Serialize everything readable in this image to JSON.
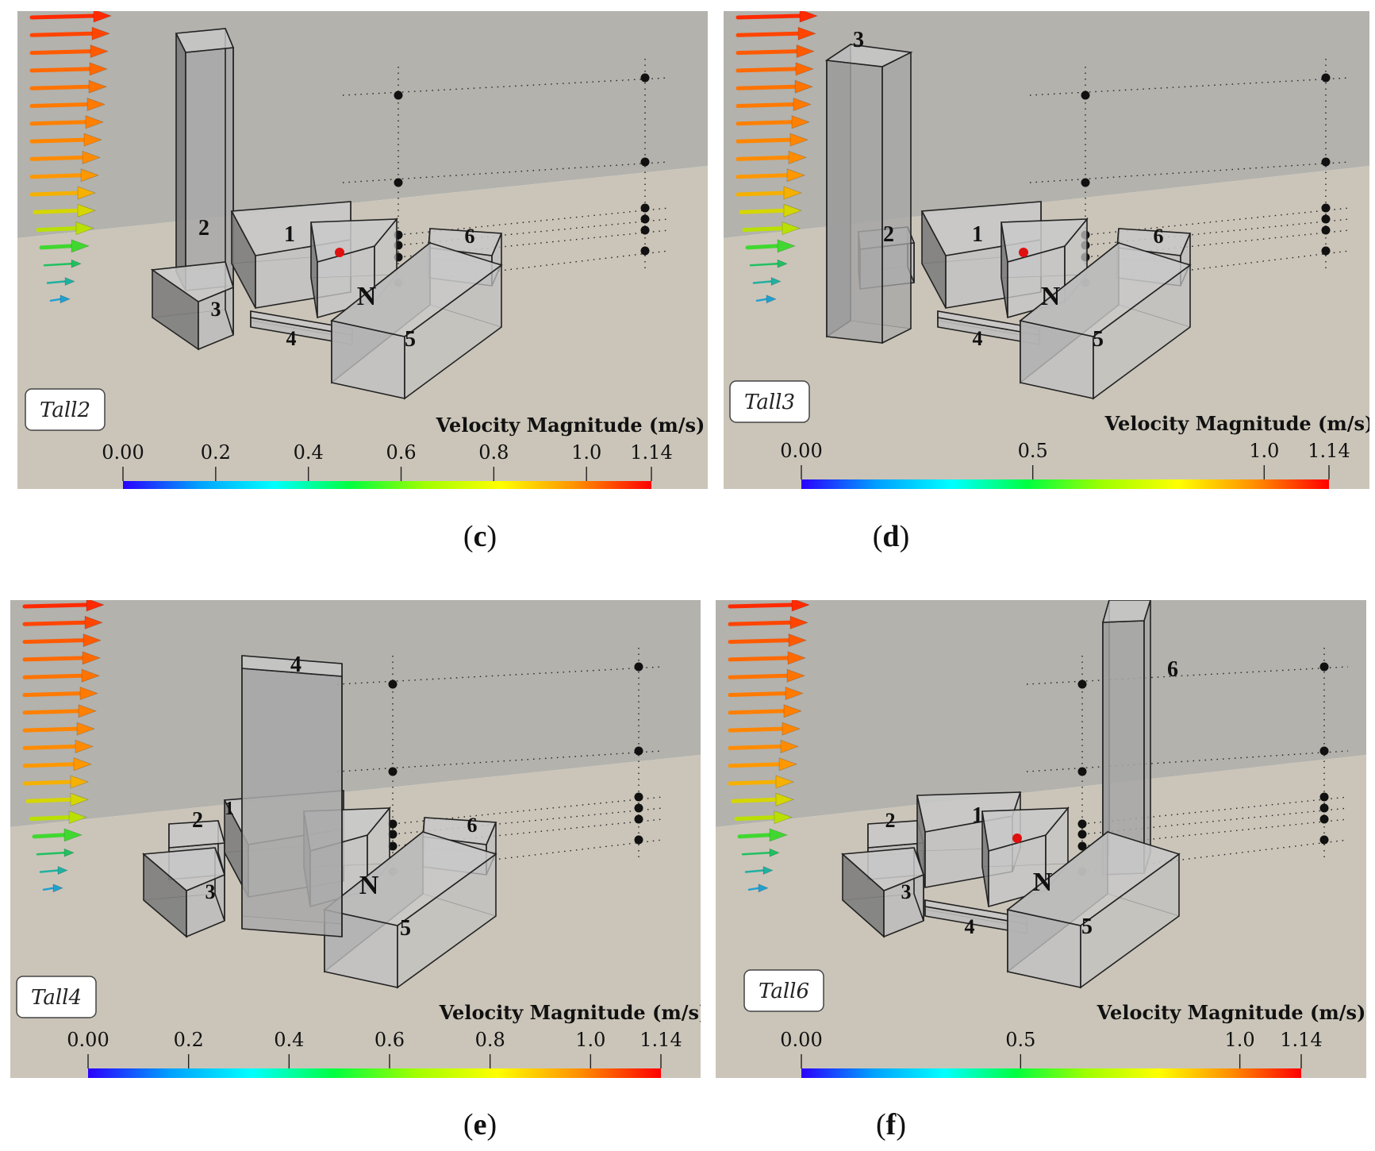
{
  "panels": [
    {
      "id": "c",
      "caption_letter": "c",
      "case_label": "Tall2",
      "tall": "2",
      "legend_title": "Velocity Magnitude (m/s)",
      "ticks": [
        "0.00",
        "0.2",
        "0.4",
        "0.6",
        "0.8",
        "1.0",
        "1.14"
      ],
      "tick_values": [
        0,
        0.2,
        0.4,
        0.6,
        0.8,
        1.0,
        1.14
      ],
      "buildings": [
        "1",
        "2",
        "3",
        "4",
        "5",
        "6",
        "N"
      ]
    },
    {
      "id": "d",
      "caption_letter": "d",
      "case_label": "Tall3",
      "tall": "3",
      "legend_title": "Velocity Magnitude (m/s)",
      "ticks": [
        "0.00",
        "0.5",
        "1.0",
        "1.14"
      ],
      "tick_values": [
        0,
        0.5,
        1.0,
        1.14
      ],
      "buildings": [
        "1",
        "2",
        "3",
        "4",
        "5",
        "6",
        "N"
      ]
    },
    {
      "id": "e",
      "caption_letter": "e",
      "case_label": "Tall4",
      "tall": "4",
      "legend_title": "Velocity Magnitude (m/s)",
      "ticks": [
        "0.00",
        "0.2",
        "0.4",
        "0.6",
        "0.8",
        "1.0",
        "1.14"
      ],
      "tick_values": [
        0,
        0.2,
        0.4,
        0.6,
        0.8,
        1.0,
        1.14
      ],
      "buildings": [
        "1",
        "2",
        "3",
        "4",
        "5",
        "6",
        "N"
      ]
    },
    {
      "id": "f",
      "caption_letter": "f",
      "case_label": "Tall6",
      "tall": "6",
      "legend_title": "Velocity Magnitude (m/s)",
      "ticks": [
        "0.00",
        "0.5",
        "1.0",
        "1.14"
      ],
      "tick_values": [
        0,
        0.5,
        1.0,
        1.14
      ],
      "buildings": [
        "1",
        "2",
        "3",
        "4",
        "5",
        "6",
        "N"
      ]
    }
  ],
  "colormap": [
    "#2a00ff",
    "#00a0ff",
    "#00ffff",
    "#00ff40",
    "#a0ff00",
    "#ffff00",
    "#ff9000",
    "#ff0000"
  ],
  "arrow_colors": [
    "#ff2a00",
    "#ff4500",
    "#ff5a00",
    "#ff6a00",
    "#ff7400",
    "#ff7a00",
    "#ff8000",
    "#ff8600",
    "#ff8c00",
    "#ff9800",
    "#f5b000",
    "#d6d600",
    "#b9e000",
    "#40d830",
    "#20c060",
    "#20b0a0",
    "#20a0d0"
  ],
  "vmax": 1.14
}
